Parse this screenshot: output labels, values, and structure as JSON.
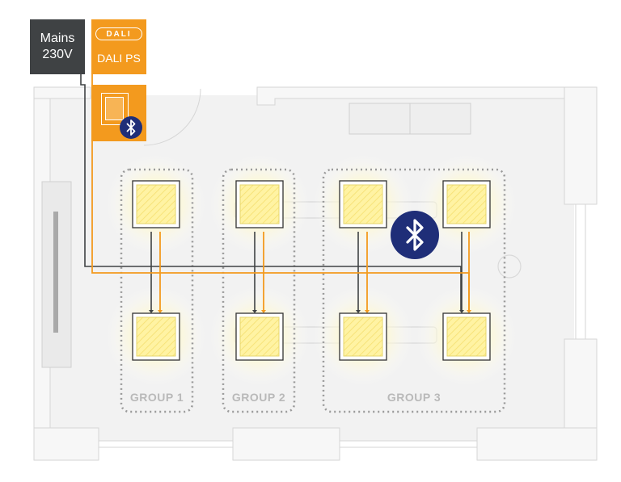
{
  "mains": {
    "label": "Mains\n230V"
  },
  "dali_ps": {
    "logo_text": "DALI",
    "label": "DALI PS"
  },
  "groups": [
    {
      "label": "GROUP 1"
    },
    {
      "label": "GROUP 2"
    },
    {
      "label": "GROUP 3"
    }
  ],
  "colors": {
    "mains_panel": "#3f4244",
    "dali_orange": "#f39a1e",
    "bluetooth_blue": "#1f2e78",
    "wire_dark": "#3f4244",
    "wire_orange": "#f39a1e",
    "group_outline": "#9a9a9a",
    "fixture_glow": "#fff3b0"
  },
  "icons": [
    "bluetooth-icon",
    "dali-logo",
    "wall-switch-icon"
  ]
}
